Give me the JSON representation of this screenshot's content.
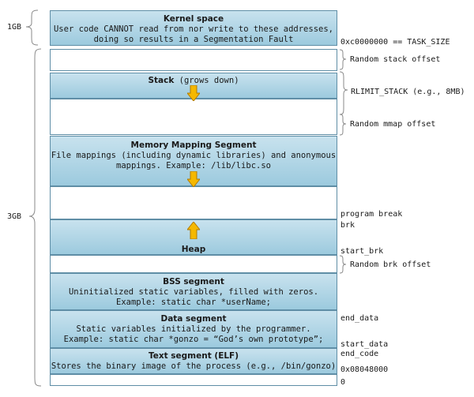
{
  "kernel": {
    "title": "Kernel space",
    "line1": "User code CANNOT read from nor write to these addresses,",
    "line2": "doing so results in a Segmentation Fault"
  },
  "stack": {
    "title": "Stack",
    "suffix": " (grows down)"
  },
  "mmap": {
    "title": "Memory Mapping Segment",
    "line1": "File mappings (including dynamic libraries) and anonymous",
    "line2": "mappings. Example: /lib/libc.so"
  },
  "heap": {
    "title": "Heap"
  },
  "bss": {
    "title": "BSS segment",
    "line1": "Uninitialized static variables, filled with zeros.",
    "line2": "Example: static char *userName;"
  },
  "data_segment": {
    "title": "Data segment",
    "line1": "Static variables initialized by the programmer.",
    "line2": "Example: static char *gonzo = “God’s own prototype”;"
  },
  "text_segment": {
    "title": "Text segment (ELF)",
    "line1": "Stores the binary image of the process (e.g., /bin/gonzo)"
  },
  "left_labels": {
    "kernel_size": "1GB",
    "user_size": "3GB"
  },
  "right_labels": {
    "task_size": "0xc0000000 == TASK_SIZE",
    "random_stack": "Random stack offset",
    "rlimit": "RLIMIT_STACK (e.g., 8MB)",
    "random_mmap": "Random mmap offset",
    "program_break": "program break",
    "brk": "brk",
    "start_brk": "start_brk",
    "random_brk": "Random brk offset",
    "end_data": "end_data",
    "start_data": "start_data",
    "end_code": "end_code",
    "text_start": "0x08048000",
    "zero": "0"
  },
  "colors": {
    "segment_fill_top": "#c8e2ee",
    "segment_fill_bottom": "#9ccade",
    "segment_border": "#5f8ea6",
    "arrow_fill": "#f5b800",
    "arrow_stroke": "#b07a00"
  },
  "icons": {
    "stack_arrow": "arrow-down-icon",
    "mmap_arrow": "arrow-down-icon",
    "heap_arrow": "arrow-up-icon"
  }
}
